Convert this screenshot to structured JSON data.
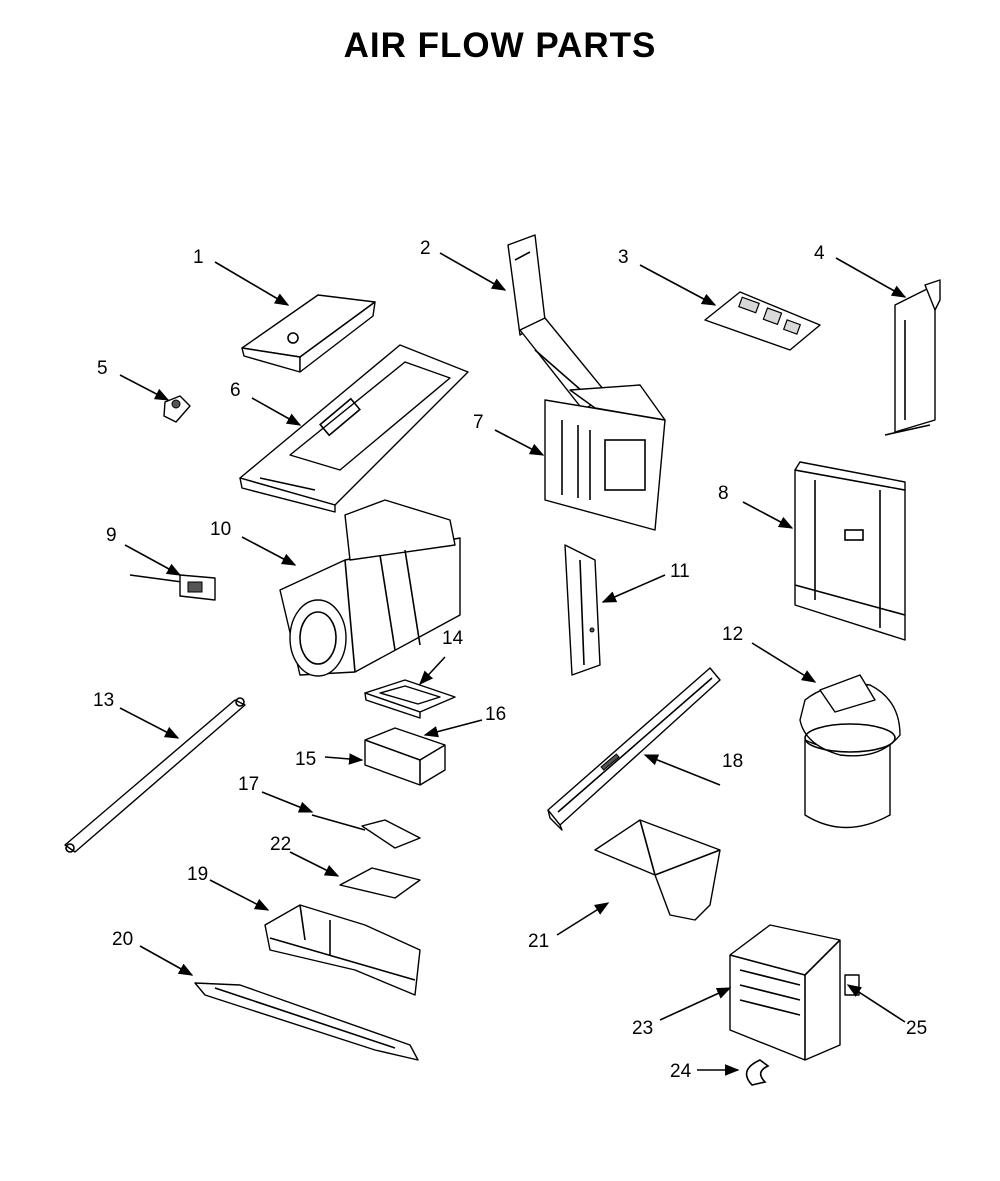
{
  "title": "AIR FLOW PARTS",
  "callouts": [
    "1",
    "2",
    "3",
    "4",
    "5",
    "6",
    "7",
    "8",
    "9",
    "10",
    "11",
    "12",
    "13",
    "14",
    "15",
    "16",
    "17",
    "18",
    "19",
    "20",
    "21",
    "22",
    "23",
    "24",
    "25"
  ],
  "colors": {
    "line": "#000000",
    "background": "#ffffff"
  }
}
